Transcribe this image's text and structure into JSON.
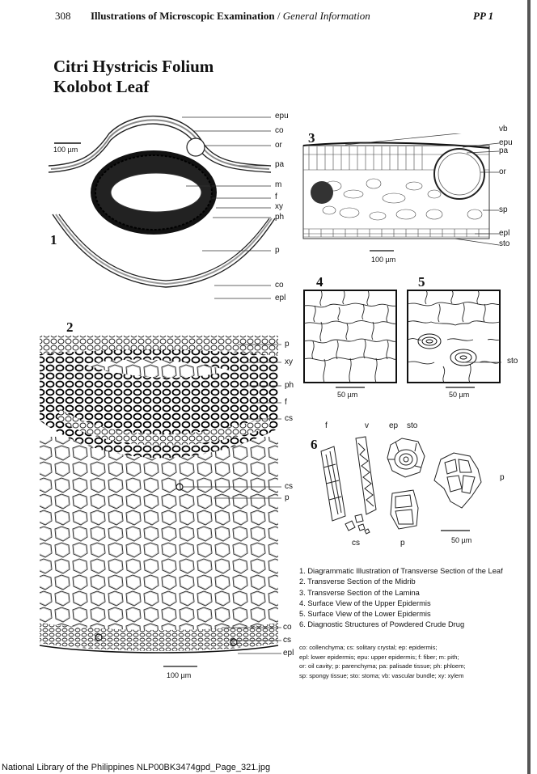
{
  "header": {
    "page_number": "308",
    "title_bold": "Illustrations of Microscopic Examination",
    "title_sep": " / ",
    "title_italic": "General Information",
    "code": "PP 1"
  },
  "title": {
    "line1": "Citri  Hystricis  Folium",
    "line2": "Kolobot Leaf"
  },
  "fig1": {
    "number": "1",
    "scale": "100 µm",
    "labels": [
      "epu",
      "co",
      "or",
      "pa",
      "m",
      "f",
      "xy",
      "ph",
      "p",
      "co",
      "epl"
    ]
  },
  "fig2": {
    "number": "2",
    "scale": "100 µm",
    "labels": [
      "p",
      "xy",
      "ph",
      "f",
      "cs",
      "cs",
      "p",
      "co",
      "cs",
      "epl"
    ]
  },
  "fig3": {
    "number": "3",
    "scale": "100 µm",
    "labels": [
      "vb",
      "epu",
      "pa",
      "or",
      "sp",
      "epl",
      "sto"
    ]
  },
  "fig4": {
    "number": "4",
    "scale": "50 µm"
  },
  "fig5": {
    "number": "5",
    "scale": "50 µm",
    "label": "sto"
  },
  "fig6": {
    "number": "6",
    "scale": "50 µm",
    "labels": {
      "f": "f",
      "v": "v",
      "ep": "ep",
      "sto": "sto",
      "p_right": "p",
      "cs": "cs",
      "p_bottom": "p"
    }
  },
  "captions": [
    "1. Diagrammatic Illustration of Transverse Section of the Leaf",
    "2. Transverse Section of the Midrib",
    "3. Transverse Section of the Lamina",
    "4. Surface View of the Upper Epidermis",
    "5. Surface View of the Lower Epidermis",
    "6. Diagnostic Structures of Powdered Crude Drug"
  ],
  "abbreviations": [
    "co: collenchyma;  cs: solitary crystal;  ep: epidermis;",
    "epl: lower epidermis;  epu: upper epidermis;  f: fiber;  m: pith;",
    "or: oil cavity;  p: parenchyma;  pa: palisade tissue;  ph: phloem;",
    "sp: spongy tissue;  sto: stoma;  vb: vascular bundle;  xy: xylem"
  ],
  "footer": "National Library of the Philippines     NLP00BK3474gpd_Page_321.jpg"
}
